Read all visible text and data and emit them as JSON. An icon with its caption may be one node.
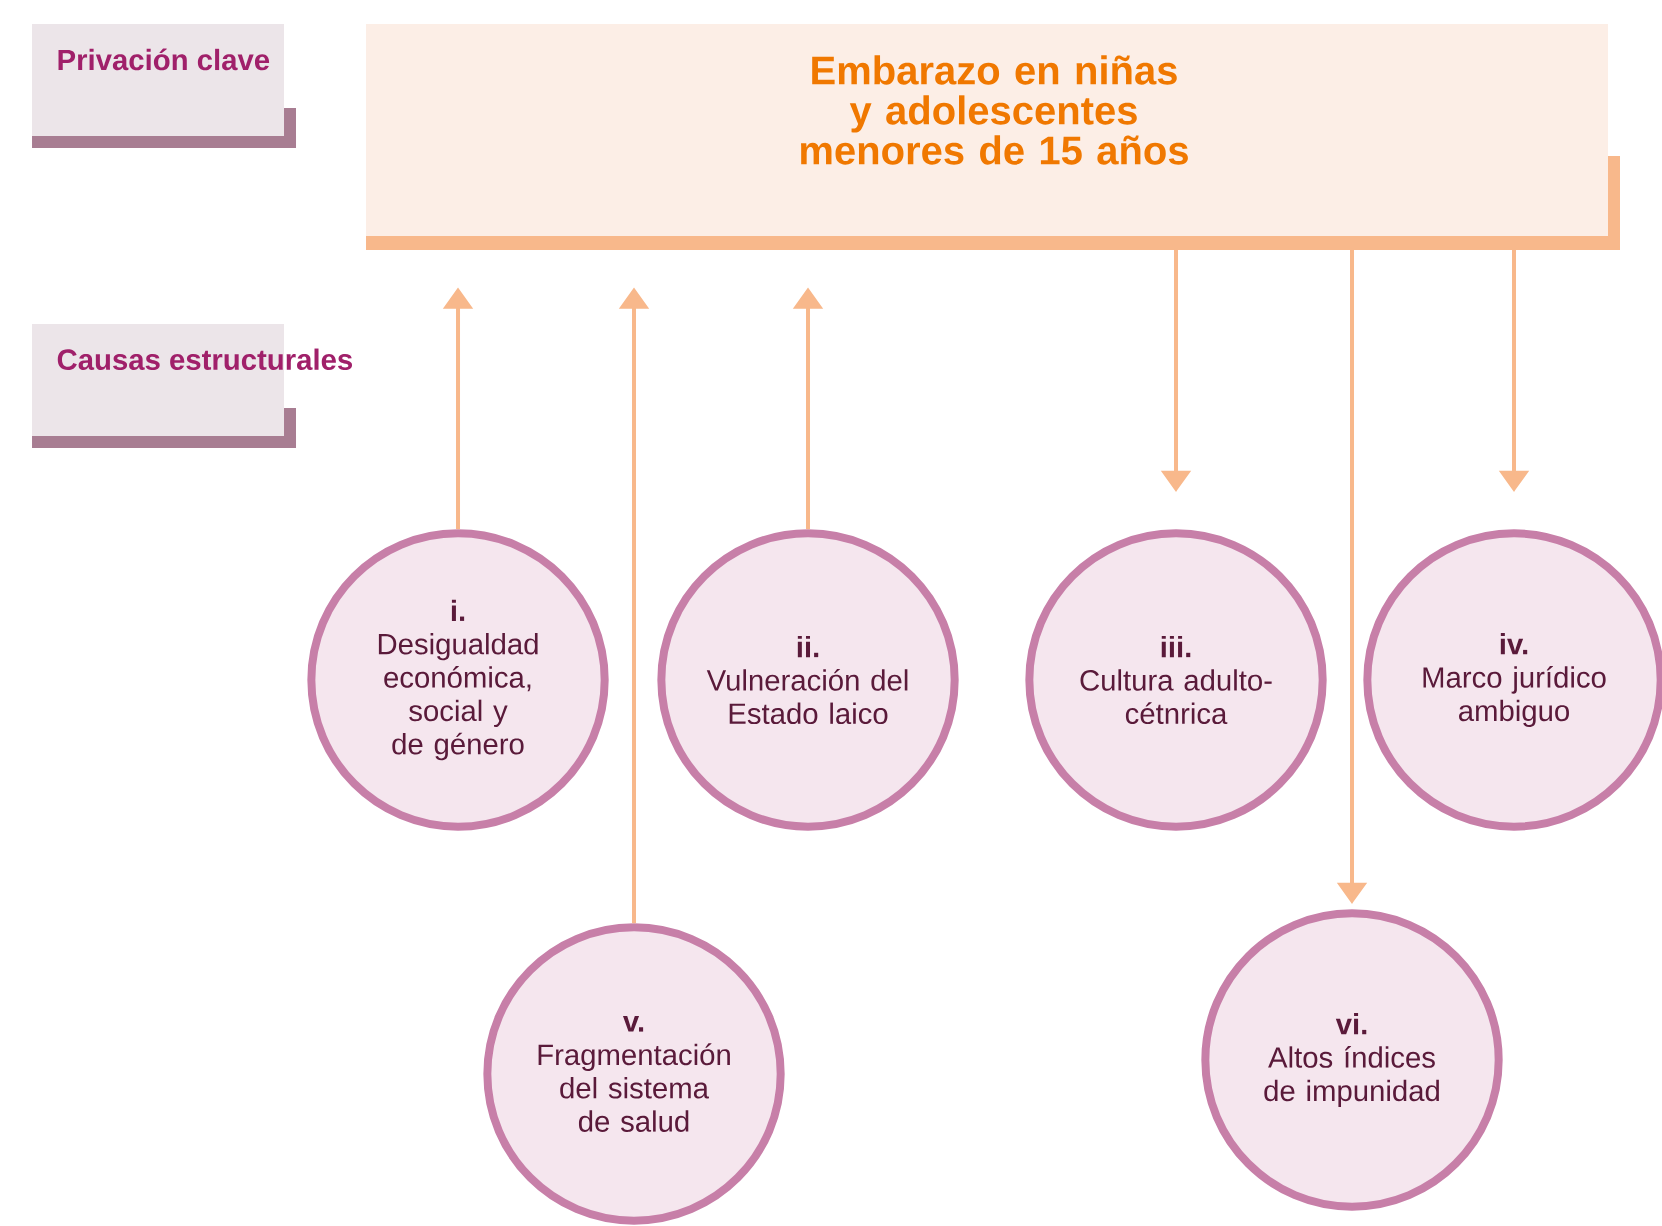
{
  "diagram": {
    "nodes": [
      {
        "text": [
          "Privación clave"
        ]
      },
      {
        "text": [
          "Embarazo en niñas y adolescentes menores de 15 años"
        ]
      },
      {
        "text": [
          "Causas estructurales"
        ]
      },
      {
        "text": [
          "i.",
          "Desigualdad económica, social y de género"
        ]
      },
      {
        "text": [
          "v.",
          "Fragmentación del sistema de salud"
        ]
      },
      {
        "text": [
          "ii.",
          "Vulneración del Estado laico"
        ]
      },
      {
        "text": [
          "iii.",
          "Cultura adulto-cétnrica"
        ]
      },
      {
        "text": [
          "vi.",
          "Altos índices de impunidad"
        ]
      },
      {
        "text": [
          "iv.",
          "Marco jurídico ambiguo"
        ]
      }
    ],
    "edges": [
      {
        "from": 3,
        "to": 1,
        "arrow": "to"
      },
      {
        "from": 4,
        "to": 1,
        "arrow": "to"
      },
      {
        "from": 5,
        "to": 1,
        "arrow": "to"
      },
      {
        "from": 1,
        "to": 6,
        "arrow": "to"
      },
      {
        "from": 1,
        "to": 7,
        "arrow": "to"
      },
      {
        "from": 1,
        "to": 8,
        "arrow": "to"
      }
    ]
  }
}
